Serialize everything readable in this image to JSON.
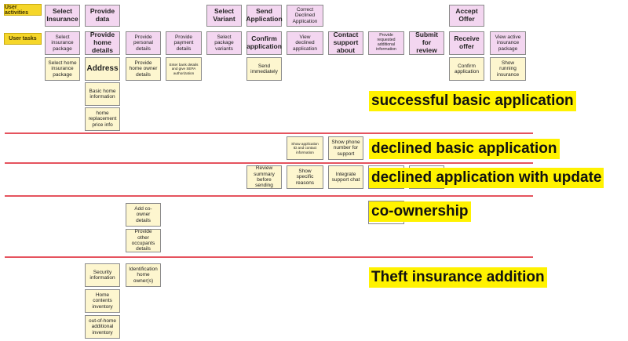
{
  "row_labels": {
    "activities": "User activities",
    "tasks": "User tasks"
  },
  "activities": {
    "select_insurance": "Select Insurance",
    "provide_data": "Provide data",
    "select_variant": "Select Variant",
    "send_application": "Send Application",
    "correct_declined": "Correct Declined Application",
    "accept_offer": "Accept Offer"
  },
  "tasks": {
    "select_insurance_package": "Select insurance package",
    "provide_home_details": "Provide home details",
    "provide_personal_details": "Provide personal details",
    "provide_payment_details": "Provide payment details",
    "select_package_variants": "Select package variants",
    "confirm_application": "Confirm application",
    "view_declined_application": "View declined application",
    "contact_support": "Contact support about",
    "provide_requested_info": "Provide requested additional information",
    "submit_for_review": "Submit for review",
    "receive_offer": "Receive offer",
    "view_active_package": "View active insurance package"
  },
  "stories": {
    "select_home_insurance_package": "Select home insurance package",
    "address": "Address",
    "basic_home_information": "Basic home information",
    "home_replacement_price_info": "home replacement price info",
    "provide_home_owner_details": "Provide home owner details",
    "enter_bank_details": "Enter bank details and give SEPA authorization",
    "send_immediately": "Send immediately",
    "confirm_application": "Confirm application",
    "show_running_insurance": "Show running insurance",
    "show_application_id": "Show application ID and contact information",
    "show_phone_number": "Show phone number for support",
    "review_summary": "Review summary before sending",
    "show_specific_reasons": "Show specific reasons",
    "integrate_support_chat": "Integrate support chat",
    "add_co_owner_details": "Add co-owner details",
    "provide_other_occupants": "Provide other occupants details",
    "security_information": "Security information",
    "identification_home_owners": "Identification home owner(s)",
    "home_contents_inventory": "Home contents inventory",
    "out_of_home_inventory": "out-of-home additional inventory"
  },
  "releases": {
    "successful": "successful basic application",
    "declined": "declined basic application",
    "declined_update": "declined application with update",
    "co_ownership": "co-ownership",
    "theft": "Theft insurance addition"
  },
  "colors": {
    "activity": "#f3d6f0",
    "story": "#fdf6cf",
    "label": "#f5d62a",
    "highlight": "#fff200",
    "divider": "#e5535e"
  }
}
